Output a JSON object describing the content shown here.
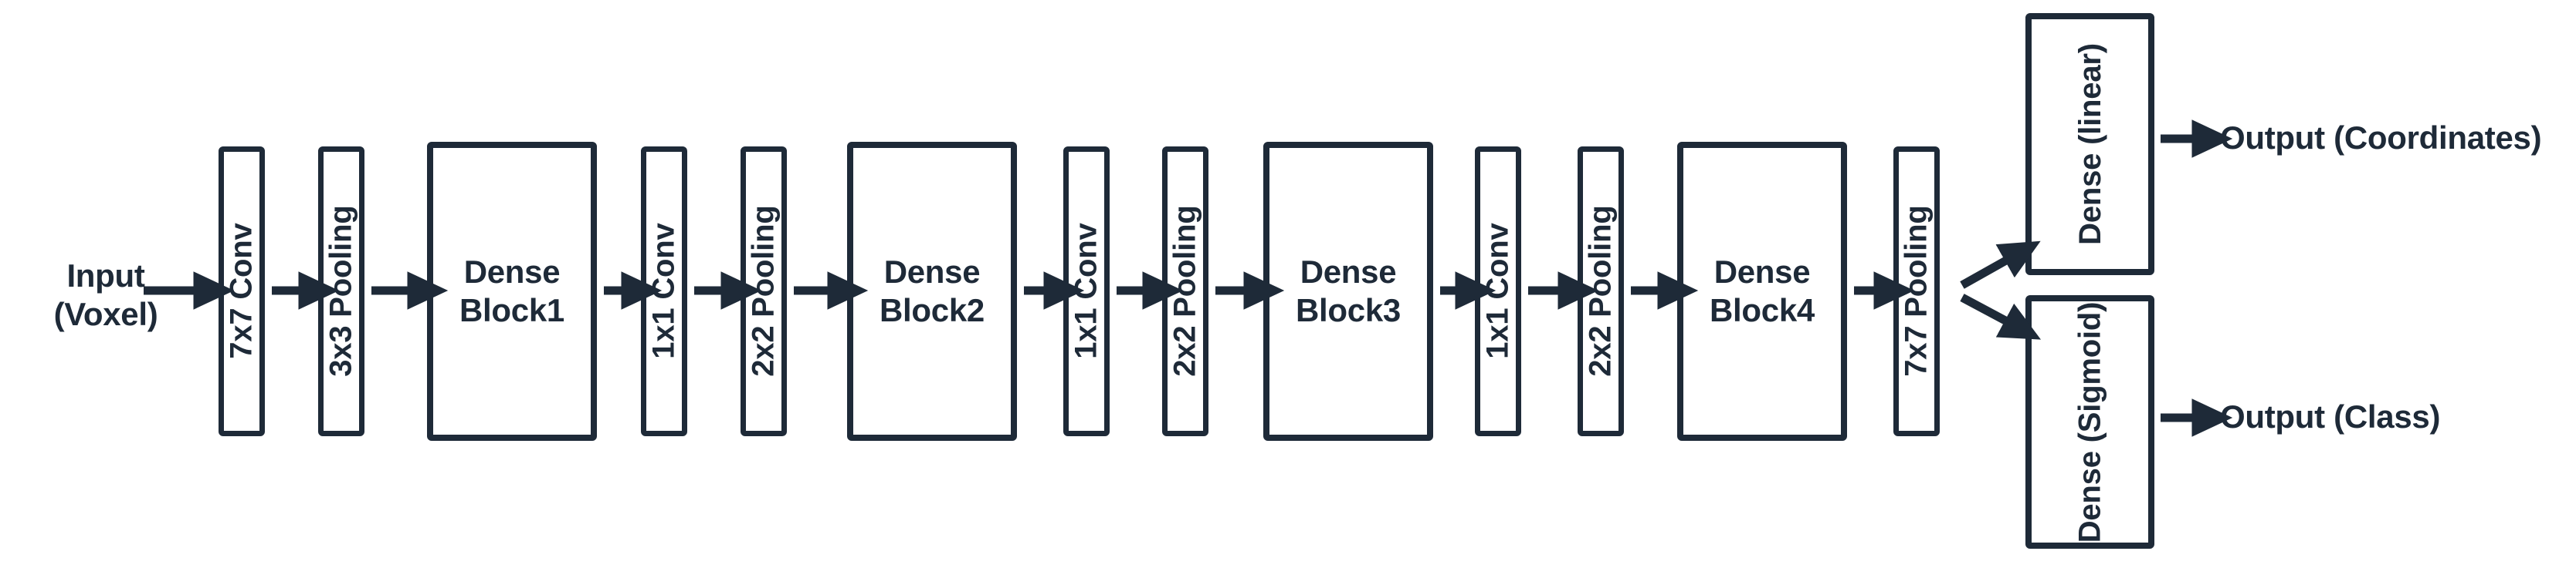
{
  "diagram": {
    "title": "DenseNet based voxel regression and classification network",
    "type": "flowchart",
    "orientation": "left-to-right",
    "stroke_color": "#1e2a38",
    "fill_color": "#ffffff",
    "background": "#ffffff"
  },
  "input": {
    "label": "Input\n(Voxel)"
  },
  "stages": [
    {
      "id": "conv7",
      "label": "7x7 Conv",
      "shape": "narrow-box",
      "text_orientation": "vertical"
    },
    {
      "id": "pool3",
      "label": "3x3 Pooling",
      "shape": "narrow-box",
      "text_orientation": "vertical"
    },
    {
      "id": "dblock1",
      "label": "Dense\nBlock1",
      "shape": "wide-box",
      "text_orientation": "horizontal"
    },
    {
      "id": "conv1a",
      "label": "1x1 Conv",
      "shape": "narrow-box",
      "text_orientation": "vertical"
    },
    {
      "id": "pool2a",
      "label": "2x2 Pooling",
      "shape": "narrow-box",
      "text_orientation": "vertical"
    },
    {
      "id": "dblock2",
      "label": "Dense\nBlock2",
      "shape": "wide-box",
      "text_orientation": "horizontal"
    },
    {
      "id": "conv1b",
      "label": "1x1 Conv",
      "shape": "narrow-box",
      "text_orientation": "vertical"
    },
    {
      "id": "pool2b",
      "label": "2x2 Pooling",
      "shape": "narrow-box",
      "text_orientation": "vertical"
    },
    {
      "id": "dblock3",
      "label": "Dense\nBlock3",
      "shape": "wide-box",
      "text_orientation": "horizontal"
    },
    {
      "id": "conv1c",
      "label": "1x1 Conv",
      "shape": "narrow-box",
      "text_orientation": "vertical"
    },
    {
      "id": "pool2c",
      "label": "2x2 Pooling",
      "shape": "narrow-box",
      "text_orientation": "vertical"
    },
    {
      "id": "dblock4",
      "label": "Dense\nBlock4",
      "shape": "wide-box",
      "text_orientation": "horizontal"
    },
    {
      "id": "pool7",
      "label": "7x7 Pooling",
      "shape": "narrow-box",
      "text_orientation": "vertical"
    }
  ],
  "heads": {
    "top": {
      "box_label": "Dense\n(linear)",
      "output_label": "Output (Coordinates)"
    },
    "bottom": {
      "box_label": "Dense\n(Sigmoid)",
      "output_label": "Output (Class)"
    }
  }
}
